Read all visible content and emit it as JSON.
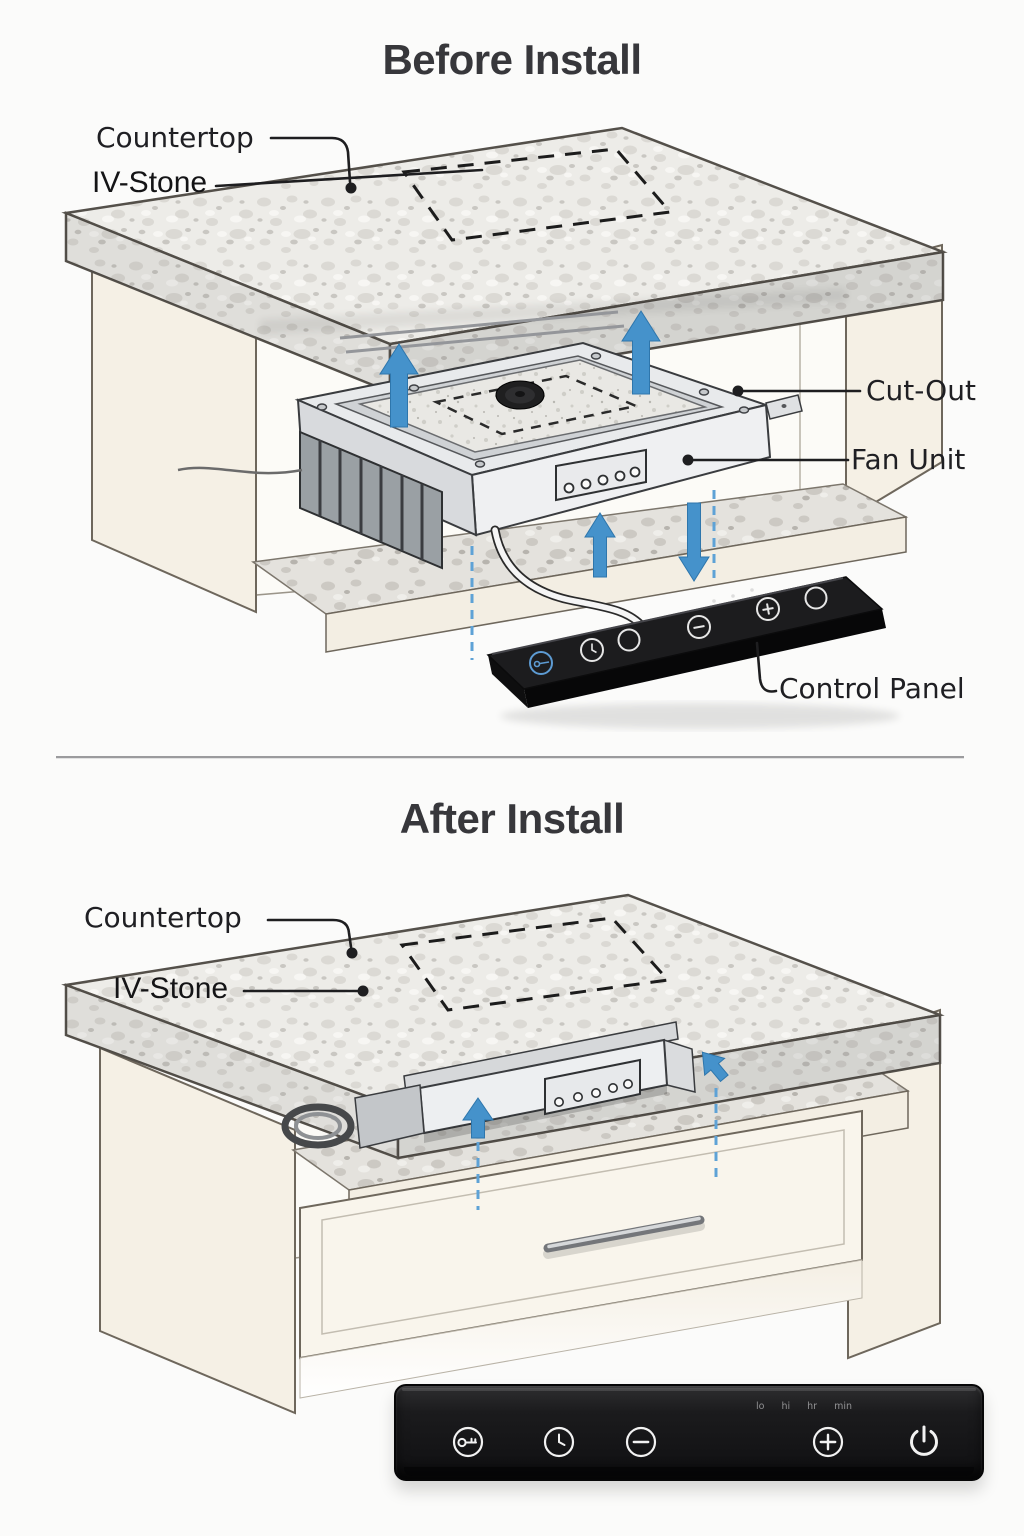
{
  "titles": {
    "before": "Before Install",
    "after": "After Install"
  },
  "before": {
    "labels": {
      "countertop": "Countertop",
      "stone": "IV-Stone",
      "cutout": "Cut-Out",
      "fan_unit": "Fan Unit",
      "control_panel": "Control Panel"
    }
  },
  "after": {
    "labels": {
      "countertop": "Countertop",
      "stone": "IV-Stone"
    }
  },
  "control_panel": {
    "indicators": [
      "lo",
      "hi",
      "hr",
      "min"
    ],
    "buttons": [
      {
        "icon": "key-icon",
        "meaning": "child-lock"
      },
      {
        "icon": "clock-icon",
        "meaning": "timer"
      },
      {
        "icon": "minus-icon",
        "meaning": "decrease"
      },
      {
        "icon": "plus-icon",
        "meaning": "increase"
      },
      {
        "icon": "power-icon",
        "meaning": "power"
      }
    ]
  },
  "colors": {
    "accent_blue": "#4592cb",
    "dashed_blue": "#5ea2d6",
    "panel_black": "#1c1c1e",
    "cabinet_cream": "#f5f0e5",
    "granite_base": "#edece8",
    "label_text": "#1f1f23"
  }
}
